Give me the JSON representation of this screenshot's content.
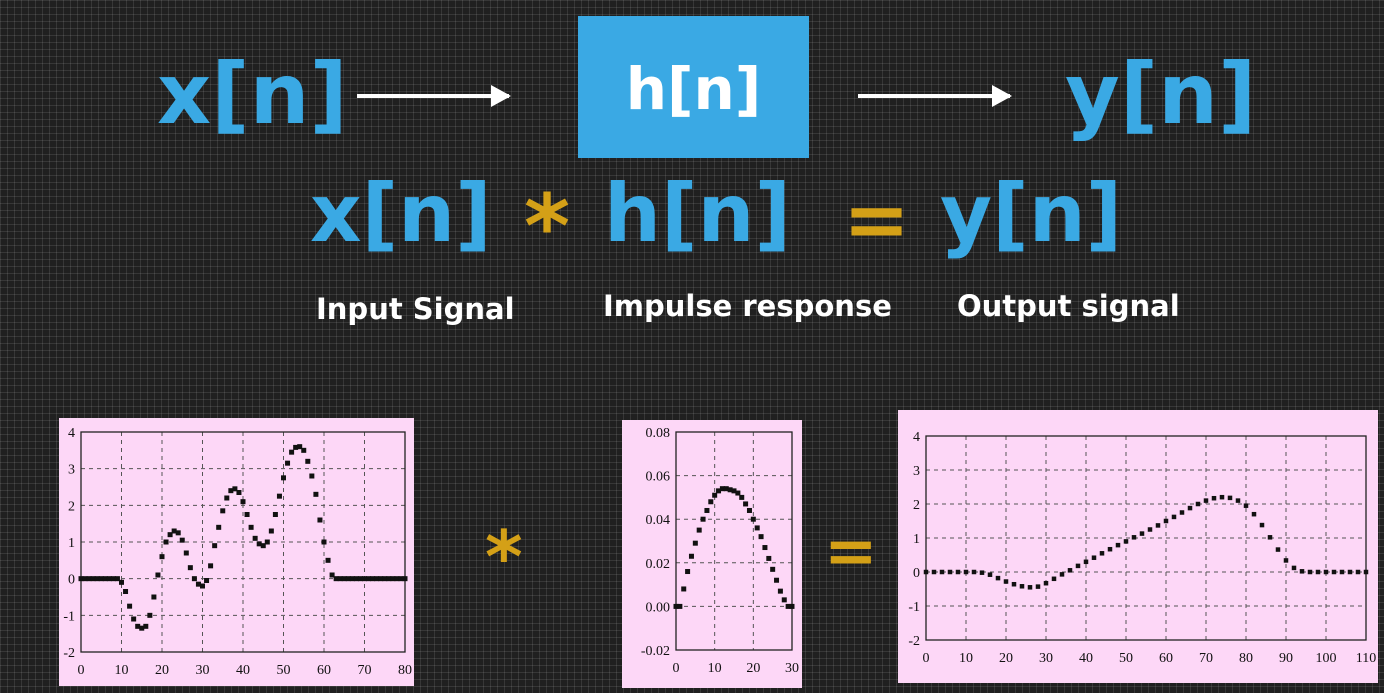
{
  "top_row": {
    "input": "x[n]",
    "system": "h[n]",
    "output": "y[n]"
  },
  "equation": {
    "input": "x[n]",
    "operator": "*",
    "impulse": "h[n]",
    "equals": "=",
    "output": "y[n]"
  },
  "labels": {
    "input": "Input Signal",
    "impulse": "Impulse response",
    "output": "Output signal"
  },
  "bottom_operators": {
    "convolve": "*",
    "equals": "="
  },
  "colors": {
    "symbol": "#3aa9e4",
    "operator": "#d4a017",
    "panel": "#fdd7f7",
    "background": "#202020"
  },
  "chart_data": [
    {
      "type": "scatter",
      "xlim": [
        0,
        80
      ],
      "ylim": [
        -2,
        4
      ],
      "xticks": [
        0,
        10,
        20,
        30,
        40,
        50,
        60,
        70,
        80
      ],
      "yticks": [
        4,
        3,
        2,
        1,
        0,
        -1,
        -2
      ],
      "grid": true,
      "x": [
        0,
        1,
        2,
        3,
        4,
        5,
        6,
        7,
        8,
        9,
        10,
        11,
        12,
        13,
        14,
        15,
        16,
        17,
        18,
        19,
        20,
        21,
        22,
        23,
        24,
        25,
        26,
        27,
        28,
        29,
        30,
        31,
        32,
        33,
        34,
        35,
        36,
        37,
        38,
        39,
        40,
        41,
        42,
        43,
        44,
        45,
        46,
        47,
        48,
        49,
        50,
        51,
        52,
        53,
        54,
        55,
        56,
        57,
        58,
        59,
        60,
        61,
        62,
        63,
        64,
        65,
        66,
        67,
        68,
        69,
        70,
        71,
        72,
        73,
        74,
        75,
        76,
        77,
        78,
        79,
        80
      ],
      "y": [
        0,
        0,
        0,
        0,
        0,
        0,
        0,
        0,
        0,
        0,
        -0.1,
        -0.35,
        -0.75,
        -1.1,
        -1.3,
        -1.35,
        -1.3,
        -1.0,
        -0.5,
        0.1,
        0.6,
        1.0,
        1.2,
        1.3,
        1.25,
        1.05,
        0.7,
        0.3,
        0.0,
        -0.15,
        -0.2,
        -0.05,
        0.35,
        0.9,
        1.4,
        1.85,
        2.2,
        2.4,
        2.45,
        2.35,
        2.1,
        1.75,
        1.4,
        1.1,
        0.95,
        0.9,
        1.0,
        1.3,
        1.75,
        2.25,
        2.75,
        3.15,
        3.45,
        3.58,
        3.6,
        3.5,
        3.2,
        2.8,
        2.3,
        1.6,
        1.0,
        0.5,
        0.1,
        0,
        0,
        0,
        0,
        0,
        0,
        0,
        0,
        0,
        0,
        0,
        0,
        0,
        0,
        0,
        0,
        0,
        0
      ]
    },
    {
      "type": "scatter",
      "xlim": [
        0,
        30
      ],
      "ylim": [
        -0.02,
        0.08
      ],
      "xticks": [
        0,
        10,
        20,
        30
      ],
      "yticks": [
        "0.08",
        "0.06",
        "0.04",
        "0.02",
        "0.00",
        "-0.02"
      ],
      "grid": true,
      "x": [
        0,
        1,
        2,
        3,
        4,
        5,
        6,
        7,
        8,
        9,
        10,
        11,
        12,
        13,
        14,
        15,
        16,
        17,
        18,
        19,
        20,
        21,
        22,
        23,
        24,
        25,
        26,
        27,
        28,
        29,
        30
      ],
      "y": [
        0,
        0,
        0.008,
        0.016,
        0.023,
        0.029,
        0.035,
        0.04,
        0.044,
        0.048,
        0.051,
        0.053,
        0.054,
        0.054,
        0.0535,
        0.053,
        0.052,
        0.05,
        0.047,
        0.044,
        0.04,
        0.036,
        0.032,
        0.027,
        0.022,
        0.017,
        0.012,
        0.007,
        0.003,
        0,
        0
      ]
    },
    {
      "type": "scatter",
      "xlim": [
        0,
        110
      ],
      "ylim": [
        -2,
        4
      ],
      "xticks": [
        0,
        10,
        20,
        30,
        40,
        50,
        60,
        70,
        80,
        90,
        100,
        110
      ],
      "yticks": [
        4,
        3,
        2,
        1,
        0,
        -1,
        -2
      ],
      "grid": true,
      "x": [
        0,
        2,
        4,
        6,
        8,
        10,
        12,
        14,
        16,
        18,
        20,
        22,
        24,
        26,
        28,
        30,
        32,
        34,
        36,
        38,
        40,
        42,
        44,
        46,
        48,
        50,
        52,
        54,
        56,
        58,
        60,
        62,
        64,
        66,
        68,
        70,
        72,
        74,
        76,
        78,
        80,
        82,
        84,
        86,
        88,
        90,
        92,
        94,
        96,
        98,
        100,
        102,
        104,
        106,
        108,
        110
      ],
      "y": [
        0,
        0,
        0,
        0,
        0,
        0,
        0,
        -0.02,
        -0.08,
        -0.18,
        -0.28,
        -0.36,
        -0.42,
        -0.45,
        -0.43,
        -0.33,
        -0.2,
        -0.07,
        0.05,
        0.18,
        0.3,
        0.42,
        0.55,
        0.67,
        0.79,
        0.9,
        1.02,
        1.13,
        1.25,
        1.37,
        1.5,
        1.62,
        1.75,
        1.88,
        2.0,
        2.1,
        2.17,
        2.2,
        2.18,
        2.1,
        1.95,
        1.7,
        1.38,
        1.02,
        0.66,
        0.34,
        0.12,
        0.02,
        0,
        0,
        0,
        0,
        0,
        0,
        0,
        0
      ]
    }
  ]
}
